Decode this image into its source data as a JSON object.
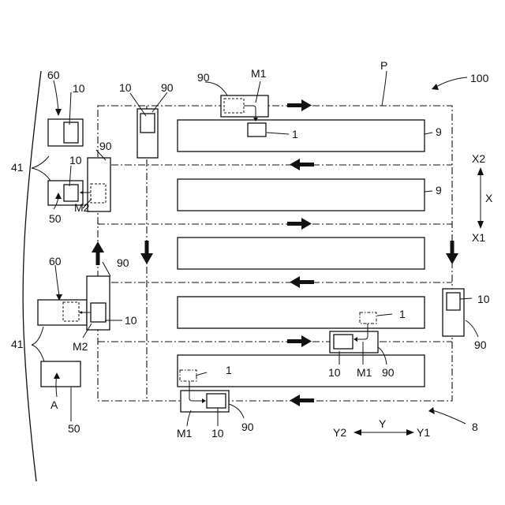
{
  "labels": {
    "n60": "60",
    "n10": "10",
    "n90": "90",
    "m1": "M1",
    "m2": "M2",
    "p": "P",
    "n100": "100",
    "n1": "1",
    "n9": "9",
    "n41": "41",
    "n50": "50",
    "x2": "X2",
    "x": "X",
    "x1": "X1",
    "y": "Y",
    "y2": "Y2",
    "y1": "Y1",
    "a": "A",
    "n8": "8"
  }
}
